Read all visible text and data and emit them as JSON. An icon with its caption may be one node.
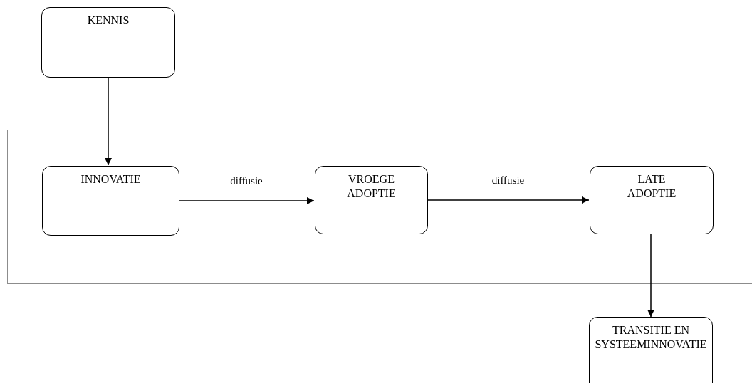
{
  "diagram": {
    "nodes": [
      {
        "text": [
          "KENNIS"
        ]
      },
      {
        "text": [],
        "shape": "box"
      },
      {
        "text": [
          "INNOVATIE"
        ],
        "in": 1
      },
      {
        "text": [
          "VROEGE ADOPTIE"
        ],
        "in": 1
      },
      {
        "text": [
          "LATE ADOPTIE"
        ],
        "in": 1
      },
      {
        "text": [
          "TRANSITIE EN SYSTEEMINNOVATIE"
        ]
      }
    ],
    "edges": [
      {
        "from": 0,
        "to": 2,
        "arrow": "to"
      },
      {
        "from": 2,
        "to": 3,
        "arrow": "to",
        "label": "diffusie"
      },
      {
        "from": 3,
        "to": 4,
        "arrow": "to",
        "label": "diffusie"
      },
      {
        "from": 4,
        "to": 5,
        "arrow": "to"
      }
    ]
  }
}
